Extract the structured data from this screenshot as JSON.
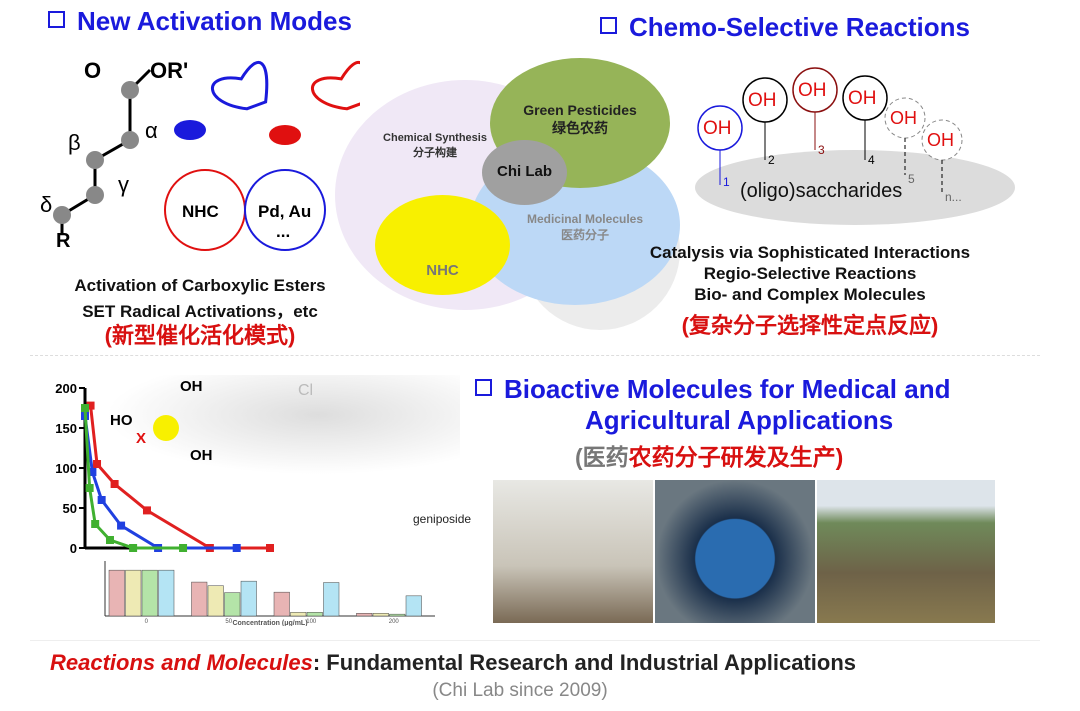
{
  "sections": {
    "activation": {
      "title": "New Activation Modes",
      "line1": "Activation of Carboxylic Esters",
      "line2": "SET Radical Activations，etc",
      "cn": "(新型催化活化模式)",
      "nhc": "NHC",
      "metal": "Pd, Au",
      "dots": "...",
      "ester": "OR'",
      "o": "O",
      "r": "R",
      "alpha": "α",
      "beta": "β",
      "gamma": "γ",
      "delta": "δ"
    },
    "chemo": {
      "title": "Chemo-Selective Reactions",
      "line1": "Catalysis via Sophisticated Interactions",
      "line2": "Regio-Selective Reactions",
      "line3": "Bio- and Complex Molecules",
      "cn": "(复杂分子选择性定点反应)",
      "sugar": "(oligo)saccharides",
      "oh": "OH",
      "nums": [
        "1",
        "2",
        "3",
        "4",
        "5",
        "n..."
      ]
    },
    "venn": {
      "chem_en": "Chemical Synthesis",
      "chem_cn": "分子构建",
      "green_en": "Green Pesticides",
      "green_cn": "绿色农药",
      "center": "Chi Lab",
      "med_en": "Medicinal Molecules",
      "med_cn": "医药分子",
      "nhc": "NHC"
    },
    "bioactive": {
      "title1": "Bioactive Molecules for Medical and",
      "title2": "Agricultural Applications",
      "cn_gray": "(医药",
      "cn_red": "农药分子研发及生产)",
      "geniposide": "geniposide",
      "oh": "OH",
      "ho": "HO",
      "x": "X",
      "cl": "Cl"
    },
    "footer": {
      "italic": "Reactions and Molecules",
      "rest": ": Fundamental Research and Industrial Applications",
      "since": "(Chi Lab since 2009)"
    }
  },
  "colors": {
    "blue": "#1a1adc",
    "red": "#d81010",
    "green": "#8fb04a",
    "yellow": "#f8f000",
    "lightblue": "#bcd8f6"
  },
  "chart_data": [
    {
      "type": "line",
      "title": "",
      "ylim": [
        0,
        200
      ],
      "yticks": [
        "0",
        "50",
        "100",
        "150",
        "200"
      ],
      "xlim": [
        0,
        10
      ],
      "series": [
        {
          "name": "red",
          "color": "#e02020",
          "x": [
            0.3,
            0.65,
            1.6,
            3.35,
            6.75,
            10
          ],
          "y": [
            178,
            105,
            80,
            47,
            0,
            0
          ]
        },
        {
          "name": "blue",
          "color": "#2040e0",
          "x": [
            0,
            0.4,
            0.9,
            1.95,
            3.95,
            8.2
          ],
          "y": [
            165,
            95,
            60,
            28,
            0,
            0
          ]
        },
        {
          "name": "green",
          "color": "#40b030",
          "x": [
            0,
            0.25,
            0.55,
            1.35,
            2.6,
            5.3
          ],
          "y": [
            175,
            75,
            30,
            10,
            0,
            0
          ]
        }
      ]
    },
    {
      "type": "bar",
      "categories": [
        "0",
        "50",
        "100",
        "200"
      ],
      "xlabel": "Concentration (μg/mL)",
      "ylim": [
        0,
        120
      ],
      "series": [
        {
          "name": "s1",
          "color": "#e8b4b4",
          "values": [
            100,
            74,
            52,
            6
          ]
        },
        {
          "name": "s2",
          "color": "#eeeab4",
          "values": [
            100,
            66,
            8,
            6
          ]
        },
        {
          "name": "s3",
          "color": "#b4e4a8",
          "values": [
            100,
            51,
            8,
            4
          ]
        },
        {
          "name": "s4",
          "color": "#b4e4f4",
          "values": [
            100,
            76,
            73,
            44
          ]
        }
      ]
    }
  ]
}
